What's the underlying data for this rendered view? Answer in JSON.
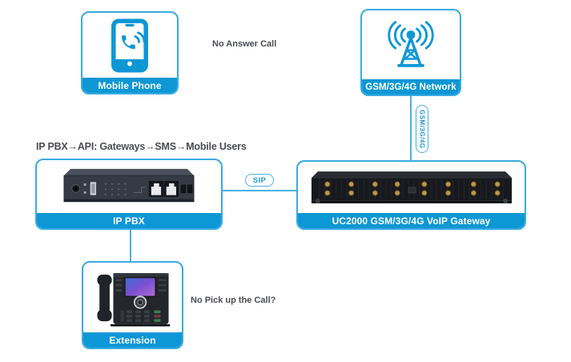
{
  "diagram": {
    "flow_note": "IP PBX→API: Gateways→SMS→Mobile Users",
    "notes": {
      "no_answer": "No Answer Call",
      "no_pickup": "No Pick up the Call?"
    },
    "nodes": {
      "mobile_phone": {
        "label": "Mobile Phone",
        "icon": "smartphone-call-icon"
      },
      "gsm_network": {
        "label": "GSM/3G/4G Network",
        "icon": "antenna-tower-icon"
      },
      "ip_pbx": {
        "label": "IP PBX",
        "icon": "ip-pbx-device-image"
      },
      "uc2000": {
        "label": "UC2000 GSM/3G/4G VoIP Gateway",
        "icon": "voip-gateway-device-image"
      },
      "extension": {
        "label": "Extension",
        "icon": "desk-phone-image"
      }
    },
    "connectors": {
      "sip_label": "SIP",
      "gsm_label": "GSM/3G/4G"
    },
    "colors": {
      "accent_blue": "#0e97d5",
      "border_blue": "#3aabe2",
      "line_blue": "#4ab1e3",
      "text_gray": "#4b4d52"
    }
  }
}
